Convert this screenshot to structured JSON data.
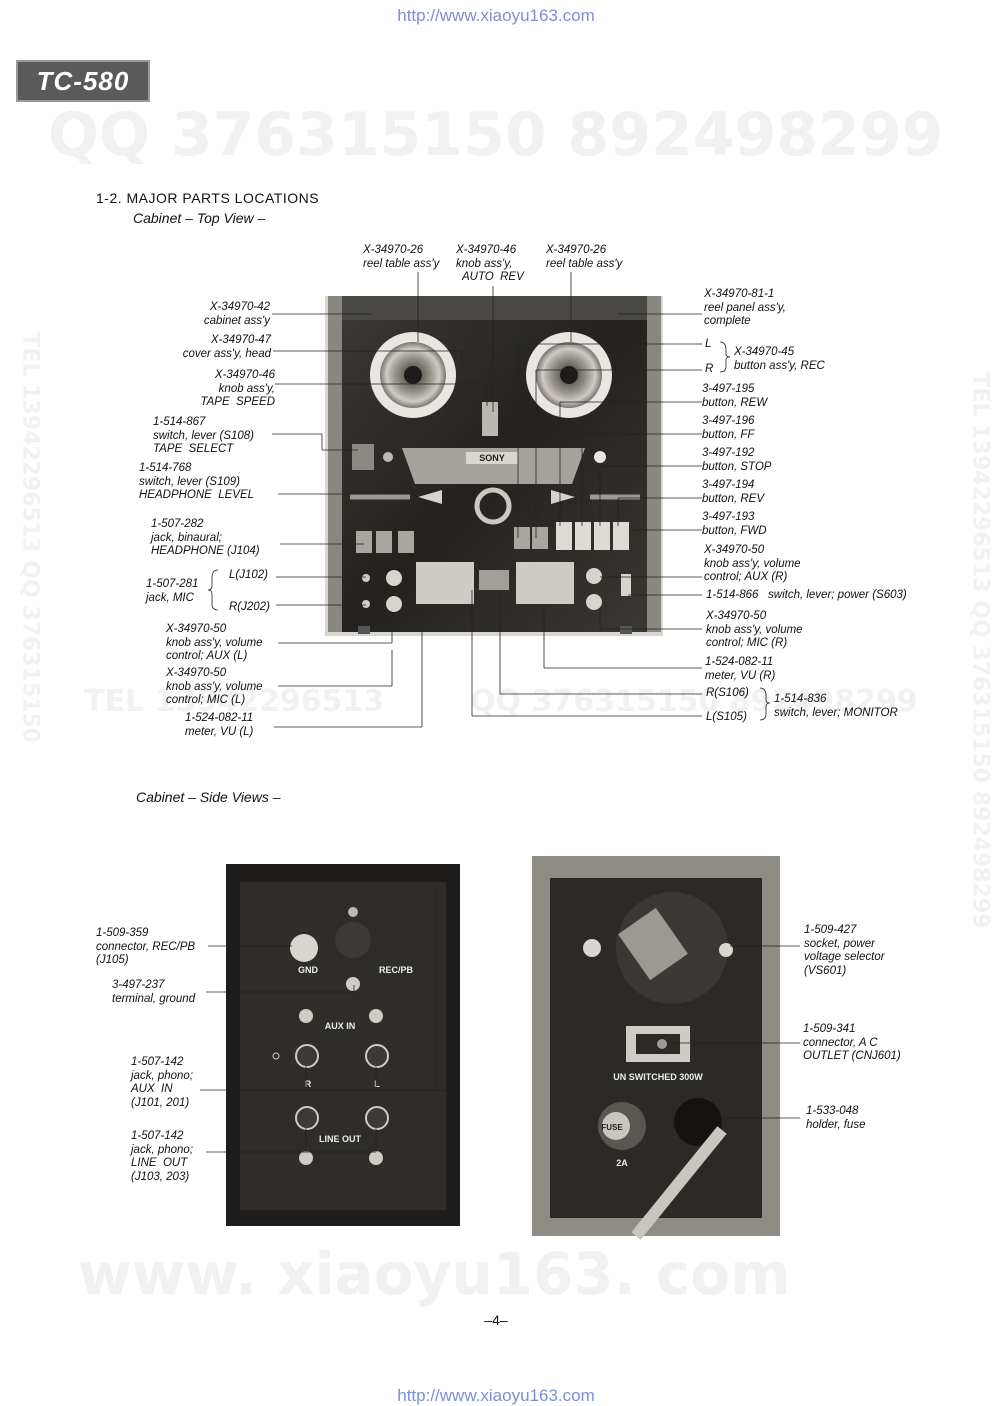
{
  "header": {
    "url_top": "http://www.xiaoyu163.com",
    "url_bottom": "http://www.xiaoyu163.com",
    "model_badge": "TC-580"
  },
  "watermarks": {
    "qq": "QQ 376315150   892498299",
    "tel_left": "TEL 13942296513   QQ 376315150",
    "tel_right": "TEL 13942296513   QQ 376315150   892498299",
    "mid_left": "TEL 13942296513",
    "mid_right": "QQ 376315150 892498299",
    "site": "www. xiaoyu163. com"
  },
  "section": {
    "title": "1-2.  MAJOR  PARTS  LOCATIONS",
    "top_view": "Cabinet  –  Top View  –",
    "side_views": "Cabinet  –  Side Views  –"
  },
  "top_view_labels": {
    "reel_left": "X-34970-26\nreel table ass'y",
    "knob_auto": "X-34970-46\nknob ass'y,\n  AUTO  REV",
    "reel_right": "X-34970-26\nreel table ass'y",
    "reel_panel": "X-34970-81-1\nreel panel ass'y,\ncomplete",
    "cabinet": "X-34970-42\ncabinet ass'y",
    "cover_head": "X-34970-47\ncover ass'y, head",
    "knob_speed": "X-34970-46\nknob ass'y,\nTAPE  SPEED",
    "switch_s108": "1-514-867\nswitch, lever (S108)\nTAPE  SELECT",
    "switch_s109": "1-514-768\nswitch, lever (S109)\nHEADPHONE  LEVEL",
    "jack_headphone": "1-507-282\njack, binaural;\nHEADPHONE (J104)",
    "jack_mic": "1-507-281\njack, MIC",
    "mic_l": "L(J102)",
    "mic_r": "R(J202)",
    "knob_aux_l": "X-34970-50\nknob ass'y, volume\ncontrol; AUX (L)",
    "knob_mic_l": "X-34970-50\nknob ass'y, volume\ncontrol; MIC (L)",
    "meter_l": "1-524-082-11\nmeter, VU (L)",
    "lr_l": "L",
    "lr_r": "R",
    "button_rec": "X-34970-45\nbutton ass'y, REC",
    "button_rew": "3-497-195\nbutton, REW",
    "button_ff": "3-497-196\nbutton, FF",
    "button_stop": "3-497-192\nbutton, STOP",
    "button_rev": "3-497-194\nbutton, REV",
    "button_fwd": "3-497-193\nbutton, FWD",
    "knob_aux_r": "X-34970-50\nknob ass'y, volume\ncontrol; AUX (R)",
    "switch_power": "1-514-866   switch, lever; power (S603)",
    "knob_mic_r": "X-34970-50\nknob ass'y, volume\ncontrol; MIC (R)",
    "meter_r": "1-524-082-11\nmeter, VU (R)",
    "s106": "R(S106)",
    "s105": "L(S105)",
    "monitor": "1-514-836\nswitch, lever; MONITOR"
  },
  "device_text": {
    "brand": "SONY",
    "left_gnd": "GND",
    "left_recpb": "REC/PB",
    "left_auxin": "AUX  IN",
    "left_r": "R",
    "left_l": "L",
    "left_lineout": "LINE OUT",
    "right_unswitched": "UN SWITCHED 300W",
    "right_fuse": "FUSE",
    "right_2a": "2A"
  },
  "side_view_labels": {
    "conn_recpb": "1-509-359\nconnector, REC/PB\n(J105)",
    "terminal_ground": "3-497-237\nterminal, ground",
    "jack_auxin": "1-507-142\njack, phono;\nAUX  IN\n(J101, 201)",
    "jack_lineout": "1-507-142\njack, phono;\nLINE  OUT\n(J103, 203)",
    "socket_voltage": "1-509-427\nsocket, power\nvoltage selector\n(VS601)",
    "conn_ac": "1-509-341\nconnector, A C\nOUTLET (CNJ601)",
    "holder_fuse": "1-533-048\nholder, fuse"
  },
  "footer": {
    "page": "–4–"
  },
  "colors": {
    "device_dark": "#2a2825",
    "device_mid": "#5a5752",
    "link": "#7b8fd6"
  }
}
